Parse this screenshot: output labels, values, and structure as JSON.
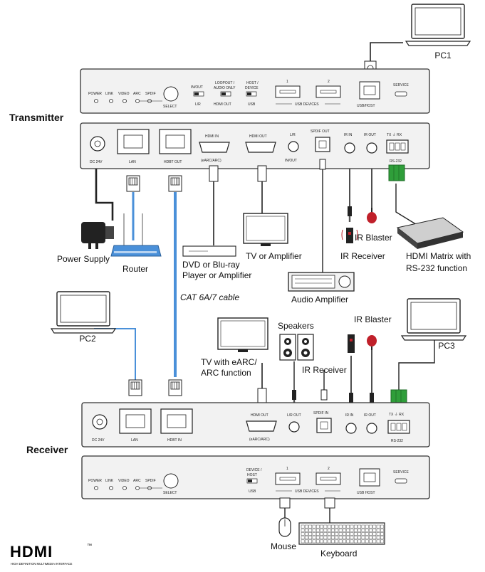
{
  "labels": {
    "transmitter": "Transmitter",
    "receiver": "Receiver",
    "pc1": "PC1",
    "pc2": "PC2",
    "pc3": "PC3",
    "power_supply": "Power Supply",
    "router": "Router",
    "dvd_line1": "DVD or Blu-ray",
    "dvd_line2": "Player or Amplifier",
    "tv_amp": "TV or Amplifier",
    "ir_receiver_top": "IR Receiver",
    "ir_blaster_top": "IR Blaster",
    "hdmi_matrix_line1": "HDMI Matrix with",
    "hdmi_matrix_line2": "RS-232 function",
    "audio_amplifier": "Audio Amplifier",
    "cat_cable": "CAT 6A/7 cable",
    "speakers": "Speakers",
    "ir_blaster_bottom": "IR Blaster",
    "tv_earc_line1": "TV with eARC/",
    "tv_earc_line2": "ARC function",
    "ir_receiver_bottom": "IR Receiver",
    "mouse": "Mouse",
    "keyboard": "Keyboard"
  },
  "front_panel": {
    "leds": [
      "POWER",
      "LINK",
      "VIDEO",
      "ARC",
      "SPDIF"
    ],
    "select": "SELECT",
    "in_out": "IN/OUT",
    "l_r": "L/R",
    "loopout_line1": "LOOPOUT /",
    "loopout_line2": "AUDIO ONLY",
    "hdmi_out": "HDMI OUT",
    "host_device_line1": "HOST /",
    "host_device_line2": "DEVICE",
    "device_host_line1": "DEVICE /",
    "device_host_line2": "HOST",
    "usb": "USB",
    "usb1": "1",
    "usb2": "2",
    "usb_devices": "USB DEVICES",
    "usb_host_tx": "USB/HOST",
    "usb_host_rx": "USB HOST",
    "service": "SERVICE"
  },
  "tx_rear": {
    "dc": "DC 24V",
    "lan": "LAN",
    "hdbt": "HDBT OUT",
    "hdmi_in": "HDMI IN",
    "hdmi_in_sub": "(eARC/ARC)",
    "hdmi_out": "HDMI OUT",
    "lr": "L/R",
    "lr_sub": "IN/OUT",
    "spdif": "SPDIF OUT",
    "ir_in": "IR IN",
    "ir_out": "IR OUT",
    "rs232_pins": "TX  ⏚  RX",
    "rs232": "RS-232"
  },
  "rx_rear": {
    "dc": "DC 24V",
    "lan": "LAN",
    "hdbt": "HDBT IN",
    "hdmi_out": "HDMI OUT",
    "hdmi_sub": "(eARC/ARC)",
    "lr": "L/R OUT",
    "spdif": "SPDIF IN",
    "ir_in": "IR IN",
    "ir_out": "IR OUT",
    "rs232_pins": "TX  ⏚  RX",
    "rs232": "RS-232"
  },
  "logo": {
    "word": "HDMI",
    "tagline": "HIGH DEFINITION MULTIMEDIA INTERFACE",
    "tm": "™"
  },
  "colors": {
    "device_fill": "#f2f2f2",
    "device_stroke": "#333333",
    "cable_blue": "#4a90d9",
    "cable_dark": "#222222",
    "ir_red": "#c0202a",
    "connector_green": "#2f9e3a"
  }
}
